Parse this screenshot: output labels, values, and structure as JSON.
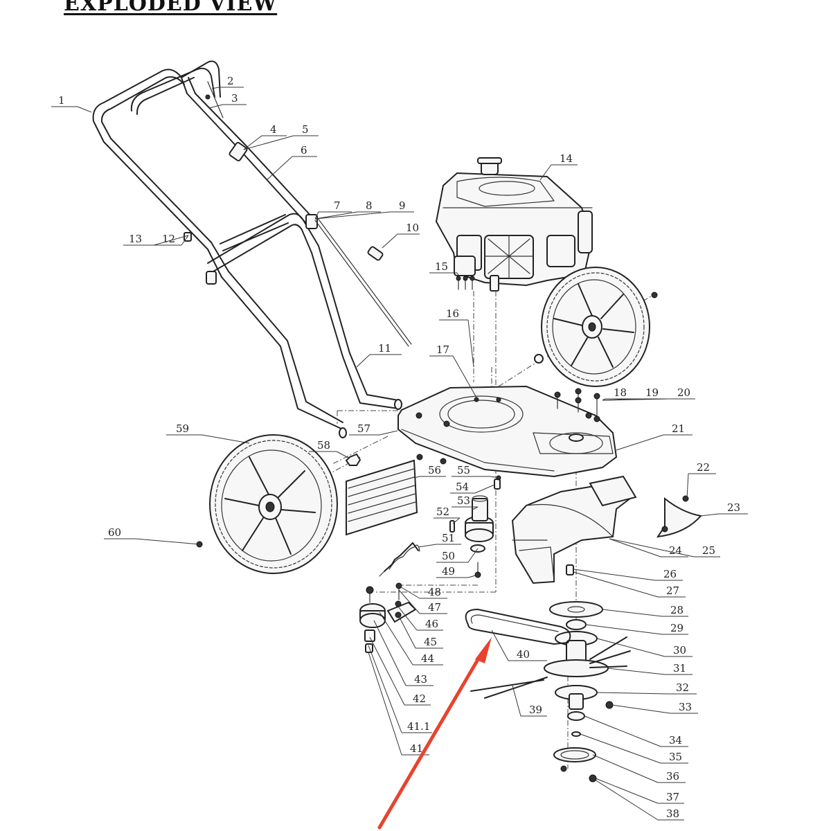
{
  "title": "EXPLODED VIEW",
  "colors": {
    "line": "#222222",
    "annotation_arrow": "#e8432e",
    "background": "#ffffff"
  },
  "callouts": [
    {
      "id": "1",
      "text": "1"
    },
    {
      "id": "2",
      "text": "2"
    },
    {
      "id": "3",
      "text": "3"
    },
    {
      "id": "4",
      "text": "4"
    },
    {
      "id": "5",
      "text": "5"
    },
    {
      "id": "6",
      "text": "6"
    },
    {
      "id": "7",
      "text": "7"
    },
    {
      "id": "8",
      "text": "8"
    },
    {
      "id": "9",
      "text": "9"
    },
    {
      "id": "10",
      "text": "10"
    },
    {
      "id": "11",
      "text": "11"
    },
    {
      "id": "12",
      "text": "12"
    },
    {
      "id": "13",
      "text": "13"
    },
    {
      "id": "14",
      "text": "14"
    },
    {
      "id": "15",
      "text": "15"
    },
    {
      "id": "16",
      "text": "16"
    },
    {
      "id": "17",
      "text": "17"
    },
    {
      "id": "18",
      "text": "18"
    },
    {
      "id": "19",
      "text": "19"
    },
    {
      "id": "20",
      "text": "20"
    },
    {
      "id": "21",
      "text": "21"
    },
    {
      "id": "22",
      "text": "22"
    },
    {
      "id": "23",
      "text": "23"
    },
    {
      "id": "24",
      "text": "24"
    },
    {
      "id": "25",
      "text": "25"
    },
    {
      "id": "26",
      "text": "26"
    },
    {
      "id": "27",
      "text": "27"
    },
    {
      "id": "28",
      "text": "28"
    },
    {
      "id": "29",
      "text": "29"
    },
    {
      "id": "30",
      "text": "30"
    },
    {
      "id": "31",
      "text": "31"
    },
    {
      "id": "32",
      "text": "32"
    },
    {
      "id": "33",
      "text": "33"
    },
    {
      "id": "34",
      "text": "34"
    },
    {
      "id": "35",
      "text": "35"
    },
    {
      "id": "36",
      "text": "36"
    },
    {
      "id": "37",
      "text": "37"
    },
    {
      "id": "38",
      "text": "38"
    },
    {
      "id": "39",
      "text": "39"
    },
    {
      "id": "40",
      "text": "40"
    },
    {
      "id": "41",
      "text": "41"
    },
    {
      "id": "41.1",
      "text": "41.1"
    },
    {
      "id": "42",
      "text": "42"
    },
    {
      "id": "43",
      "text": "43"
    },
    {
      "id": "44",
      "text": "44"
    },
    {
      "id": "45",
      "text": "45"
    },
    {
      "id": "46",
      "text": "46"
    },
    {
      "id": "47",
      "text": "47"
    },
    {
      "id": "48",
      "text": "48"
    },
    {
      "id": "49",
      "text": "49"
    },
    {
      "id": "50",
      "text": "50"
    },
    {
      "id": "51",
      "text": "51"
    },
    {
      "id": "52",
      "text": "52"
    },
    {
      "id": "53",
      "text": "53"
    },
    {
      "id": "54",
      "text": "54"
    },
    {
      "id": "55",
      "text": "55"
    },
    {
      "id": "56",
      "text": "56"
    },
    {
      "id": "57",
      "text": "57"
    },
    {
      "id": "58",
      "text": "58"
    },
    {
      "id": "59",
      "text": "59"
    },
    {
      "id": "60",
      "text": "60"
    }
  ]
}
